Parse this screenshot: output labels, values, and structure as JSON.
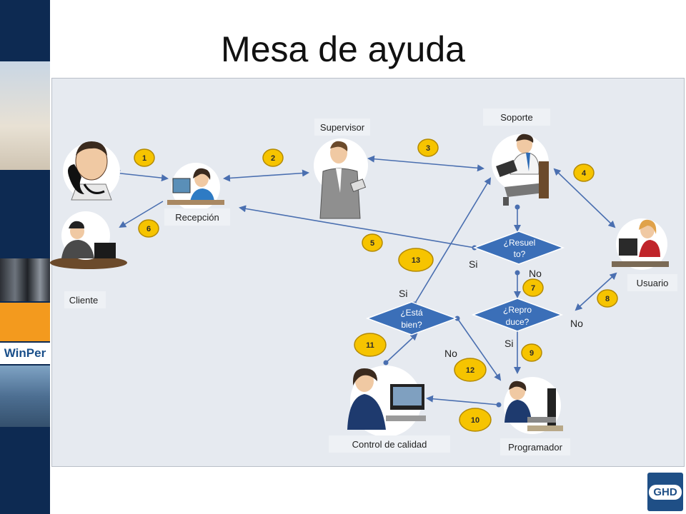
{
  "page": {
    "title": "Mesa de ayuda",
    "sidebar_logo": "WinPer",
    "corner_logo": "GHD"
  },
  "roles": {
    "cliente": "Cliente",
    "recepcion": "Recepción",
    "supervisor": "Supervisor",
    "soporte": "Soporte",
    "usuario": "Usuario",
    "control": "Control de calidad",
    "programador": "Programador"
  },
  "decisions": {
    "resuelto_1": "¿Resuel",
    "resuelto_2": "to?",
    "reproduce_1": "¿Repro",
    "reproduce_2": "duce?",
    "esta_bien_1": "¿Está",
    "esta_bien_2": "bien?"
  },
  "answers": {
    "si_resuelto": "Si",
    "no_resuelto": "No",
    "no_reproduce": "No",
    "si_reproduce": "Si",
    "si_esta_bien": "Si",
    "no_esta_bien": "No"
  },
  "steps": [
    "1",
    "2",
    "3",
    "4",
    "5",
    "6",
    "7",
    "8",
    "9",
    "10",
    "11",
    "12",
    "13"
  ],
  "colors": {
    "arrow": "#4a6fb0",
    "diamond": "#3b6fb8",
    "step_fill": "#f6c400",
    "step_stroke": "#b48a00",
    "sidebar": "#0d2a52"
  }
}
